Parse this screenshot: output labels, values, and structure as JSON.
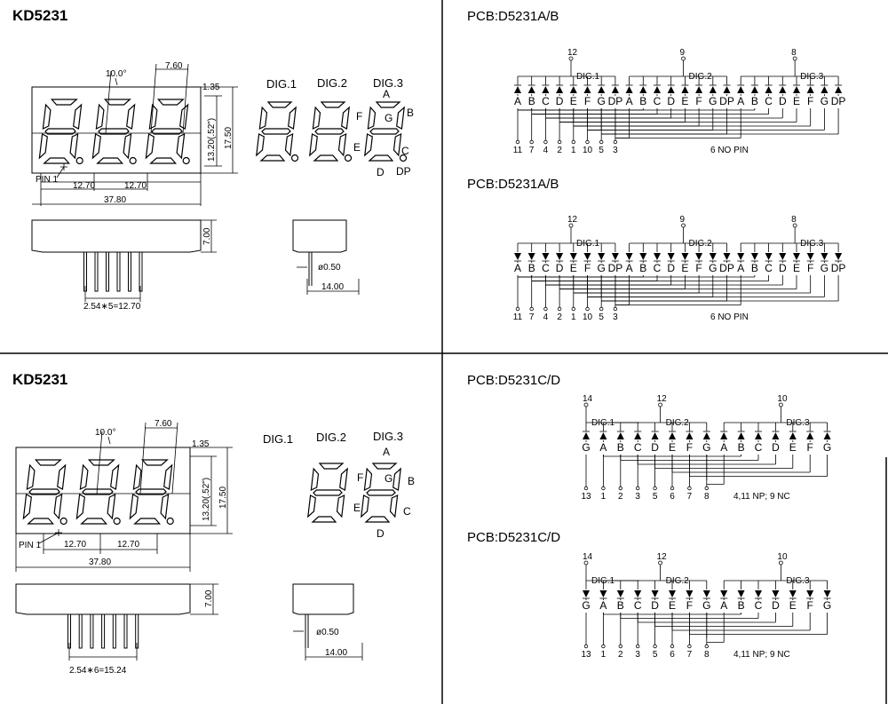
{
  "panels": [
    {
      "model": "KD5231",
      "dims": {
        "d10": "10.0°",
        "d760": "7.60",
        "d135": "1.35",
        "d1320": "13.20(.52\")",
        "d1750": "17.50",
        "d1270a": "12.70",
        "d1270b": "12.70",
        "d3780": "37.80",
        "pin1": "PIN 1",
        "d700": "7.00",
        "dia": "ø0.50",
        "d1400": "14.00",
        "pitch": "2.54∗5=12.70"
      },
      "digits": [
        "DIG.1",
        "DIG.2",
        "DIG.3"
      ],
      "segs": {
        "a": "A",
        "b": "B",
        "c": "C",
        "d": "D",
        "e": "E",
        "f": "F",
        "g": "G",
        "dp": "DP"
      },
      "pins": 6
    },
    {
      "model": "KD5231",
      "dims": {
        "d10": "10.0°",
        "d760": "7.60",
        "d135": "1.35",
        "d1320": "13.20(.52\")",
        "d1750": "17.50",
        "d1270a": "12.70",
        "d1270b": "12.70",
        "d3780": "37.80",
        "pin1": "PIN 1",
        "d700": "7.00",
        "dia": "ø0.50",
        "d1400": "14.00",
        "pitch": "2.54∗6=15.24"
      },
      "digits": [
        "DIG.1",
        "DIG.2",
        "DIG.3"
      ],
      "segs": {
        "a": "A",
        "b": "B",
        "c": "C",
        "d": "D",
        "e": "E",
        "f": "F",
        "g": "G",
        "dp": ""
      },
      "pins": 7
    }
  ],
  "schematics": [
    {
      "title": "PCB:D5231A/B",
      "common": [
        {
          "label": "DIG.1",
          "pin": "12"
        },
        {
          "label": "DIG.2",
          "pin": "9"
        },
        {
          "label": "DIG.3",
          "pin": "8"
        }
      ],
      "groups": [
        [
          "A",
          "B",
          "C",
          "D",
          "E",
          "F",
          "G",
          "DP"
        ],
        [
          "A",
          "B",
          "C",
          "D",
          "E",
          "F",
          "G",
          "DP"
        ],
        [
          "A",
          "B",
          "C",
          "D",
          "E",
          "F",
          "G",
          "DP"
        ]
      ],
      "pins": [
        "11",
        "7",
        "4",
        "2",
        "1",
        "10",
        "5",
        "3"
      ],
      "note": "6  NO PIN",
      "up": true
    },
    {
      "title": "PCB:D5231A/B",
      "common": [
        {
          "label": "DIG.1",
          "pin": "12"
        },
        {
          "label": "DIG.2",
          "pin": "9"
        },
        {
          "label": "DIG.3",
          "pin": "8"
        }
      ],
      "groups": [
        [
          "A",
          "B",
          "C",
          "D",
          "E",
          "F",
          "G",
          "DP"
        ],
        [
          "A",
          "B",
          "C",
          "D",
          "E",
          "F",
          "G",
          "DP"
        ],
        [
          "A",
          "B",
          "C",
          "D",
          "E",
          "F",
          "G",
          "DP"
        ]
      ],
      "pins": [
        "11",
        "7",
        "4",
        "2",
        "1",
        "10",
        "5",
        "3"
      ],
      "note": "6  NO PIN",
      "up": false
    },
    {
      "title": "PCB:D5231C/D",
      "common": [
        {
          "label": "DIG.1",
          "pin": "14"
        },
        {
          "label": "DIG.2",
          "pin": "12"
        },
        {
          "label": "DIG.3",
          "pin": "10"
        }
      ],
      "groups": [
        [
          "G"
        ],
        [
          "A",
          "B",
          "C",
          "D",
          "E",
          "F",
          "G"
        ],
        [
          "A",
          "B",
          "C",
          "D",
          "E",
          "F",
          "G"
        ]
      ],
      "pins": [
        "13",
        "1",
        "2",
        "3",
        "5",
        "6",
        "7",
        "8"
      ],
      "note": "4,11  NP; 9  NC",
      "up": true
    },
    {
      "title": "PCB:D5231C/D",
      "common": [
        {
          "label": "DIG.1",
          "pin": "14"
        },
        {
          "label": "DIG.2",
          "pin": "12"
        },
        {
          "label": "DIG.3",
          "pin": "10"
        }
      ],
      "groups": [
        [
          "G"
        ],
        [
          "A",
          "B",
          "C",
          "D",
          "E",
          "F",
          "G"
        ],
        [
          "A",
          "B",
          "C",
          "D",
          "E",
          "F",
          "G"
        ]
      ],
      "pins": [
        "13",
        "1",
        "2",
        "3",
        "5",
        "6",
        "7",
        "8"
      ],
      "note": "4,11  NP; 9  NC",
      "up": false
    }
  ]
}
